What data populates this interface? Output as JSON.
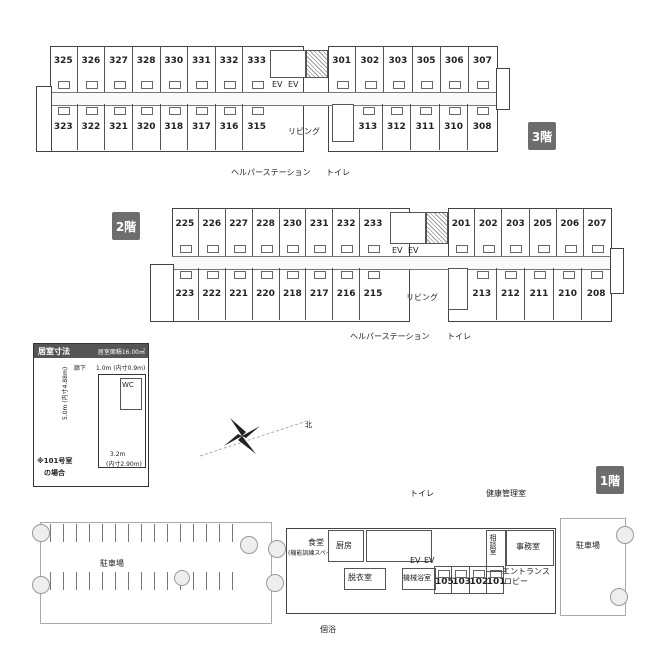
{
  "floor3": {
    "badge": "3階",
    "top_rooms_left": [
      "325",
      "326",
      "327",
      "328",
      "330",
      "331",
      "332",
      "333"
    ],
    "top_rooms_right": [
      "301",
      "302",
      "303",
      "305",
      "306",
      "307"
    ],
    "bottom_rooms_left": [
      "323",
      "322",
      "321",
      "320",
      "318",
      "317",
      "316",
      "315"
    ],
    "bottom_rooms_right": [
      "313",
      "312",
      "311",
      "310",
      "308"
    ],
    "ev1": "EV",
    "ev2": "EV",
    "living": "リビング",
    "helper_station": "ヘルパーステーション",
    "toilet": "トイレ"
  },
  "floor2": {
    "badge": "2階",
    "top_rooms_left": [
      "225",
      "226",
      "227",
      "228",
      "230",
      "231",
      "232",
      "233"
    ],
    "top_rooms_right": [
      "201",
      "202",
      "203",
      "205",
      "206",
      "207"
    ],
    "bottom_rooms_left": [
      "223",
      "222",
      "221",
      "220",
      "218",
      "217",
      "216",
      "215"
    ],
    "bottom_rooms_right": [
      "213",
      "212",
      "211",
      "210",
      "208"
    ],
    "ev1": "EV",
    "ev2": "EV",
    "living": "リビング",
    "helper_station": "ヘルパーステーション",
    "toilet": "トイレ"
  },
  "room_dims": {
    "title": "居室寸法",
    "area": "居室面積16.00㎡",
    "hallway": "廊下",
    "width_top": "1.0m (内寸0.9m)",
    "wc": "WC",
    "depth": "5.0m (内寸4.88m)",
    "width": "3.2m",
    "width_inner": "(内寸2.90m)",
    "note_line1": "※101号室",
    "note_line2": "の場合"
  },
  "compass": {
    "north": "北"
  },
  "floor1": {
    "badge": "1階",
    "toilet": "トイレ",
    "health_office": "健康管理室",
    "parking_left": "駐車場",
    "parking_right": "駐車場",
    "kitchen": "厨房",
    "dining": "食堂",
    "dining_sub": "(機能訓練スペース)",
    "consult": "相談室",
    "office": "事務室",
    "entrance": "エントランス",
    "lobby": "ロビー",
    "changing": "脱衣室",
    "machine_bath": "機械浴室",
    "rooms": [
      "105",
      "103",
      "102",
      "101"
    ],
    "ev1": "EV",
    "ev2": "EV",
    "bath": "個浴"
  }
}
